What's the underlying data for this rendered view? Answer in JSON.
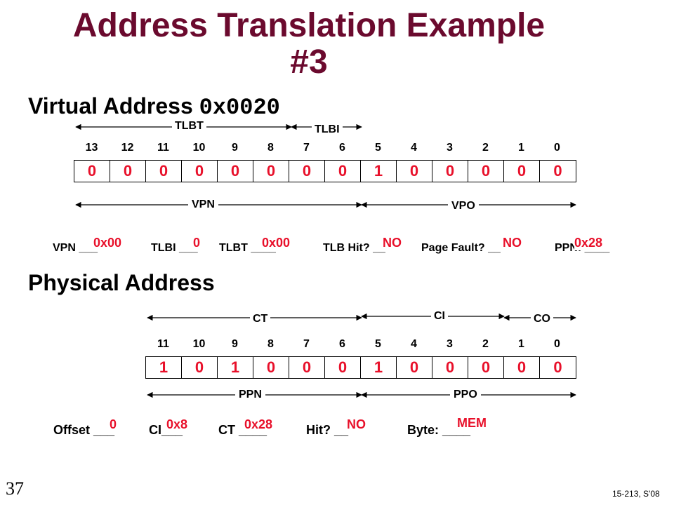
{
  "title_line1": "Address Translation Example",
  "title_line2": "#3",
  "virtual": {
    "heading": "Virtual Address ",
    "address": "0x0020",
    "bit_numbers": [
      "13",
      "12",
      "11",
      "10",
      "9",
      "8",
      "7",
      "6",
      "5",
      "4",
      "3",
      "2",
      "1",
      "0"
    ],
    "bits": [
      "0",
      "0",
      "0",
      "0",
      "0",
      "0",
      "0",
      "0",
      "1",
      "0",
      "0",
      "0",
      "0",
      "0"
    ],
    "labels": {
      "tlbt": "TLBT",
      "tlbi": "TLBI",
      "vpn": "VPN",
      "vpo": "VPO"
    },
    "questions": {
      "vpn": "VPN ___",
      "tlbi": "TLBI ___",
      "tlbt": "TLBT ____",
      "tlb_hit": "TLB Hit? __",
      "page_fault": "Page Fault? __",
      "ppn": "PPN: ____"
    },
    "answers": {
      "vpn": "0x00",
      "tlbi": "0",
      "tlbt": "0x00",
      "tlb_hit": "NO",
      "page_fault": "NO",
      "ppn": "0x28"
    }
  },
  "physical": {
    "heading": "Physical Address",
    "bit_numbers": [
      "11",
      "10",
      "9",
      "8",
      "7",
      "6",
      "5",
      "4",
      "3",
      "2",
      "1",
      "0"
    ],
    "bits": [
      "1",
      "0",
      "1",
      "0",
      "0",
      "0",
      "1",
      "0",
      "0",
      "0",
      "0",
      "0"
    ],
    "labels": {
      "ct": "CT",
      "ci": "CI",
      "co": "CO",
      "ppn": "PPN",
      "ppo": "PPO"
    },
    "questions": {
      "offset": "Offset ___",
      "ci": "CI___",
      "ct": "CT ____",
      "hit": "Hit? __",
      "byte": "Byte: ____"
    },
    "answers": {
      "offset": "0",
      "ci": "0x8",
      "ct": "0x28",
      "hit": "NO",
      "byte": "MEM"
    }
  },
  "slide_number": "37",
  "footer": "15-213, S'08"
}
